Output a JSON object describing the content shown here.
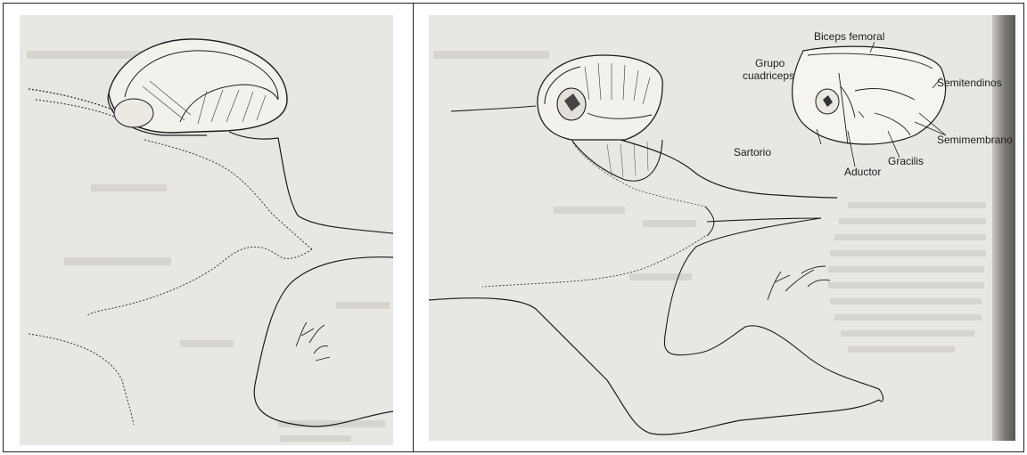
{
  "figure_right": {
    "labels": {
      "biceps_femoral": "Biceps  femoral",
      "grupo_cuadriceps_1": "Grupo",
      "grupo_cuadriceps_2": "cuadriceps",
      "semitendinoso": "Semitendinos",
      "semimembranoso": "Semimembrano",
      "sartorio": "Sartorio",
      "gracilis": "Gracilis",
      "aductor": "Aductor"
    }
  },
  "colors": {
    "paper": "#e9e7e3",
    "ink": "#1c1c1c",
    "ghost_text": "#c8c5bf",
    "border": "#222222"
  }
}
